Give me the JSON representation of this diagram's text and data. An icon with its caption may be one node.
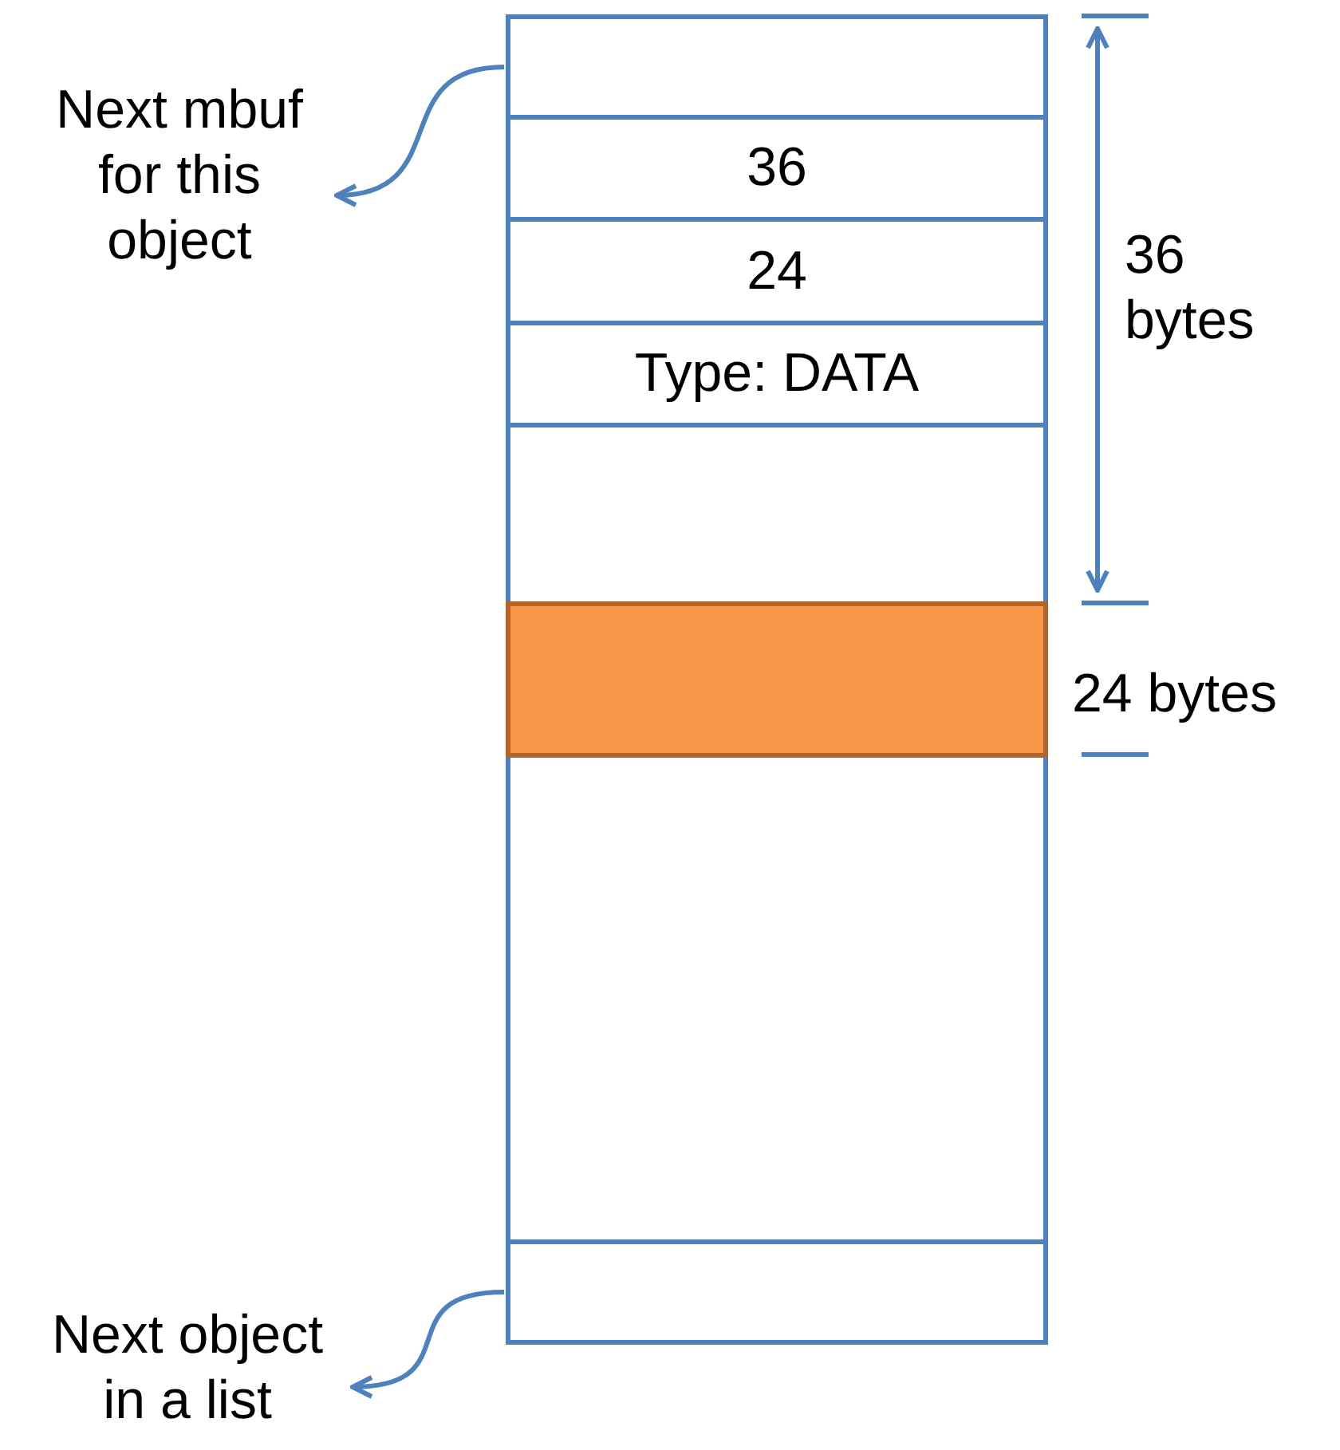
{
  "diagram": {
    "nodes": [
      {
        "text": [
          "Next mbuf for this object"
        ]
      },
      {
        "text": [],
        "shape": "box"
      },
      {
        "text": [
          "36"
        ]
      },
      {
        "text": [
          "24"
        ]
      },
      {
        "text": [
          "Type: DATA"
        ]
      },
      {
        "text": [],
        "shape": "box"
      },
      {
        "text": [],
        "shape": "box"
      },
      {
        "text": [],
        "shape": "box"
      },
      {
        "text": [],
        "shape": "box"
      },
      {
        "text": [
          "Next object in a list"
        ]
      }
    ],
    "edges": [
      {
        "from": 1,
        "to": 0,
        "arrow": "to"
      },
      {
        "from": 8,
        "to": 9,
        "arrow": "to"
      }
    ],
    "labels": [
      "36 bytes",
      "24 bytes"
    ]
  }
}
